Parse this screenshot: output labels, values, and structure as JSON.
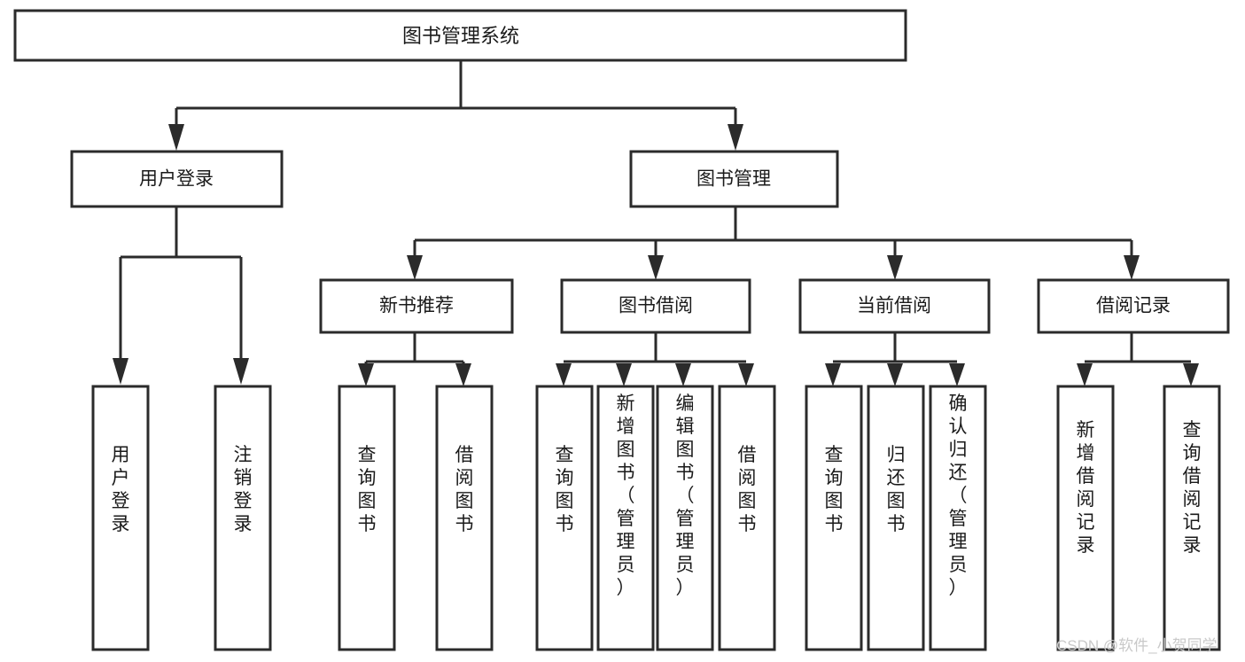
{
  "diagram": {
    "type": "hierarchy-tree",
    "title": "图书管理系统",
    "root": {
      "id": "root",
      "label": "图书管理系统"
    },
    "level2": [
      {
        "id": "user-login",
        "label": "用户登录"
      },
      {
        "id": "book-management",
        "label": "图书管理"
      }
    ],
    "level3": [
      {
        "id": "new-book-recommend",
        "label": "新书推荐",
        "parent": "book-management"
      },
      {
        "id": "book-borrow",
        "label": "图书借阅",
        "parent": "book-management"
      },
      {
        "id": "current-borrow",
        "label": "当前借阅",
        "parent": "book-management"
      },
      {
        "id": "borrow-record",
        "label": "借阅记录",
        "parent": "book-management"
      }
    ],
    "leaves": [
      {
        "id": "leaf-user-login",
        "label": "用户登录",
        "parent": "user-login"
      },
      {
        "id": "leaf-logout-login",
        "label": "注销登录",
        "parent": "user-login"
      },
      {
        "id": "leaf-query-book-1",
        "label": "查询图书",
        "parent": "new-book-recommend"
      },
      {
        "id": "leaf-borrow-book-1",
        "label": "借阅图书",
        "parent": "new-book-recommend"
      },
      {
        "id": "leaf-query-book-2",
        "label": "查询图书",
        "parent": "book-borrow"
      },
      {
        "id": "leaf-add-book",
        "label": "新增图书（管理员）",
        "parent": "book-borrow"
      },
      {
        "id": "leaf-edit-book",
        "label": "编辑图书（管理员）",
        "parent": "book-borrow"
      },
      {
        "id": "leaf-borrow-book-2",
        "label": "借阅图书",
        "parent": "book-borrow"
      },
      {
        "id": "leaf-query-book-3",
        "label": "查询图书",
        "parent": "current-borrow"
      },
      {
        "id": "leaf-return-book",
        "label": "归还图书",
        "parent": "current-borrow"
      },
      {
        "id": "leaf-confirm-return",
        "label": "确认归还（管理员）",
        "parent": "current-borrow"
      },
      {
        "id": "leaf-add-record",
        "label": "新增借阅记录",
        "parent": "borrow-record"
      },
      {
        "id": "leaf-query-record",
        "label": "查询借阅记录",
        "parent": "borrow-record"
      }
    ]
  },
  "watermark": {
    "text": "CSDN @软件_小贺同学"
  },
  "colors": {
    "background": "#ffffff",
    "box_fill": "#ffffff",
    "box_stroke": "#2b2b2b",
    "text": "#1a1a1a",
    "watermark": "#c9c9c9"
  }
}
